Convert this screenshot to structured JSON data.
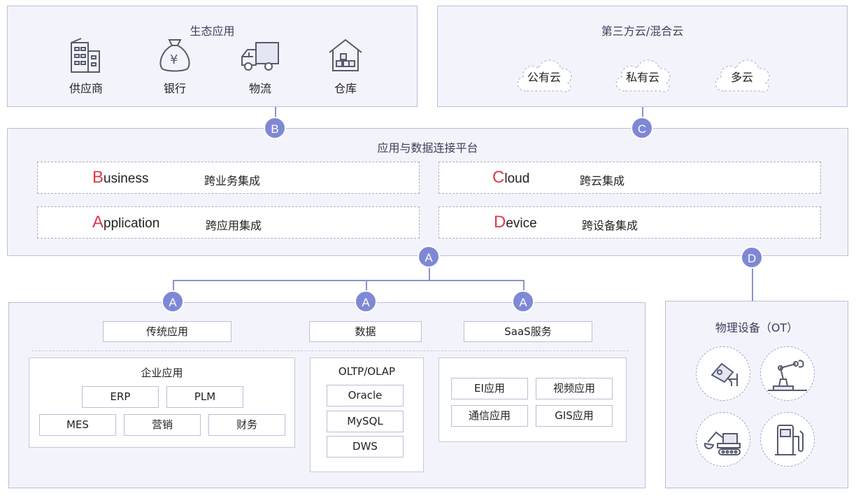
{
  "top_left": {
    "title": "生态应用",
    "items": [
      {
        "label": "供应商",
        "icon": "building-icon"
      },
      {
        "label": "银行",
        "icon": "money-bag-icon"
      },
      {
        "label": "物流",
        "icon": "truck-icon"
      },
      {
        "label": "仓库",
        "icon": "warehouse-icon"
      }
    ]
  },
  "top_right": {
    "title": "第三方云/混合云",
    "clouds": [
      "公有云",
      "私有云",
      "多云"
    ]
  },
  "connectors": {
    "b": "B",
    "c": "C",
    "a": "A",
    "d": "D"
  },
  "platform": {
    "title": "应用与数据连接平台",
    "rows": [
      {
        "letter": "B",
        "word": "usiness",
        "label": "跨业务集成"
      },
      {
        "letter": "C",
        "word": "loud",
        "label": "跨云集成"
      },
      {
        "letter": "A",
        "word": "pplication",
        "label": "跨应用集成"
      },
      {
        "letter": "D",
        "word": "evice",
        "label": "跨设备集成"
      }
    ]
  },
  "bottom": {
    "columns": [
      {
        "badge": "A",
        "header": "传统应用"
      },
      {
        "badge": "A",
        "header": "数据"
      },
      {
        "badge": "A",
        "header": "SaaS服务"
      }
    ],
    "enterprise": {
      "title": "企业应用",
      "row1": [
        "ERP",
        "PLM"
      ],
      "row2": [
        "MES",
        "营销",
        "财务"
      ]
    },
    "data": {
      "title": "OLTP/OLAP",
      "items": [
        "Oracle",
        "MySQL",
        "DWS"
      ]
    },
    "saas": {
      "items": [
        "EI应用",
        "视频应用",
        "通信应用",
        "GIS应用"
      ]
    }
  },
  "ot": {
    "title": "物理设备（OT）",
    "icons": [
      "camera-icon",
      "robot-arm-icon",
      "excavator-icon",
      "fuel-pump-icon"
    ]
  },
  "colors": {
    "accent": "#7f88d5",
    "panel": "#f3f4fb",
    "border": "#b9bfd6",
    "letter": "#d93a4a"
  }
}
